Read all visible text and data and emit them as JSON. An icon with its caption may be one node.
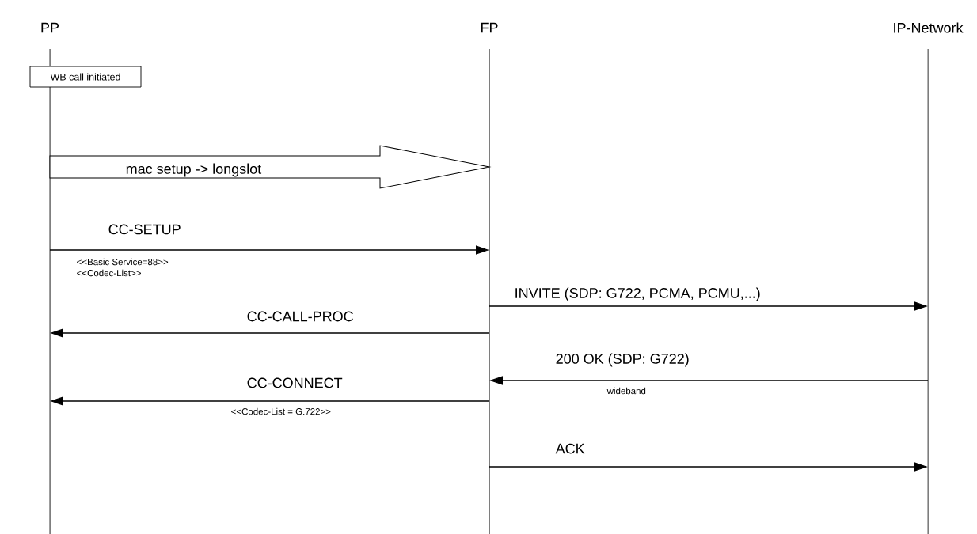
{
  "diagram": {
    "nodes": [
      {
        "text": [
          "PP"
        ]
      },
      {
        "text": [
          "FP"
        ]
      },
      {
        "text": [
          "IP-Network"
        ]
      },
      {
        "text": [
          "WB call initiated"
        ]
      }
    ],
    "edges": [
      {
        "from": 0,
        "to": 1,
        "arrow": "to",
        "label": "mac setup -> longslot",
        "style": "thick"
      },
      {
        "from": 0,
        "to": 1,
        "arrow": "to",
        "label": "CC-SETUP"
      },
      {
        "from": 1,
        "to": 2,
        "arrow": "to",
        "label": "INVITE (SDP: G722, PCMA, PCMU,...)"
      },
      {
        "from": 1,
        "to": 0,
        "arrow": "to",
        "label": "CC-CALL-PROC"
      },
      {
        "from": 2,
        "to": 1,
        "arrow": "to",
        "label": "200 OK (SDP: G722)"
      },
      {
        "from": 1,
        "to": 0,
        "arrow": "to",
        "label": "CC-CONNECT"
      },
      {
        "from": 1,
        "to": 2,
        "arrow": "to",
        "label": "ACK"
      }
    ],
    "labels": [
      "<<Basic Service=88>>",
      "<<Codec-List>>",
      "wideband",
      "<<Codec-List = G.722>>"
    ]
  }
}
